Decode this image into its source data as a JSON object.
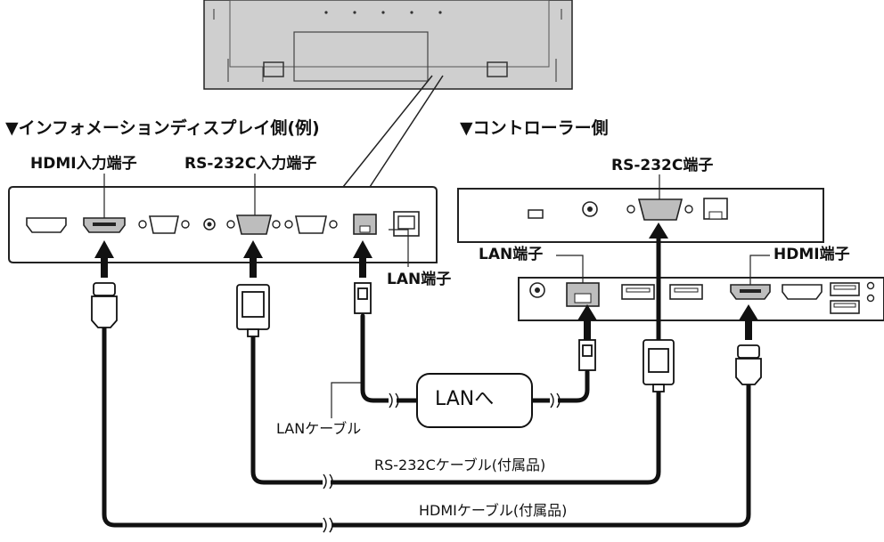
{
  "sections": {
    "display_side": "▼インフォメーションディスプレイ側(例)",
    "controller_side": "▼コントローラー側"
  },
  "display_ports": {
    "hdmi_in": "HDMI入力端子",
    "rs232c_in": "RS-232C入力端子",
    "lan": "LAN端子"
  },
  "controller_ports": {
    "rs232c": "RS-232C端子",
    "lan": "LAN端子",
    "hdmi": "HDMI端子"
  },
  "cables": {
    "lan_cable": "LANケーブル",
    "lan_dest": "LANへ",
    "rs232c_cable": "RS-232Cケーブル(付属品)",
    "hdmi_cable": "HDMIケーブル(付属品)"
  },
  "colors": {
    "panel_gray": "#cfcfcf",
    "highlight_port": "#bdbdbd",
    "cable": "#111111"
  }
}
